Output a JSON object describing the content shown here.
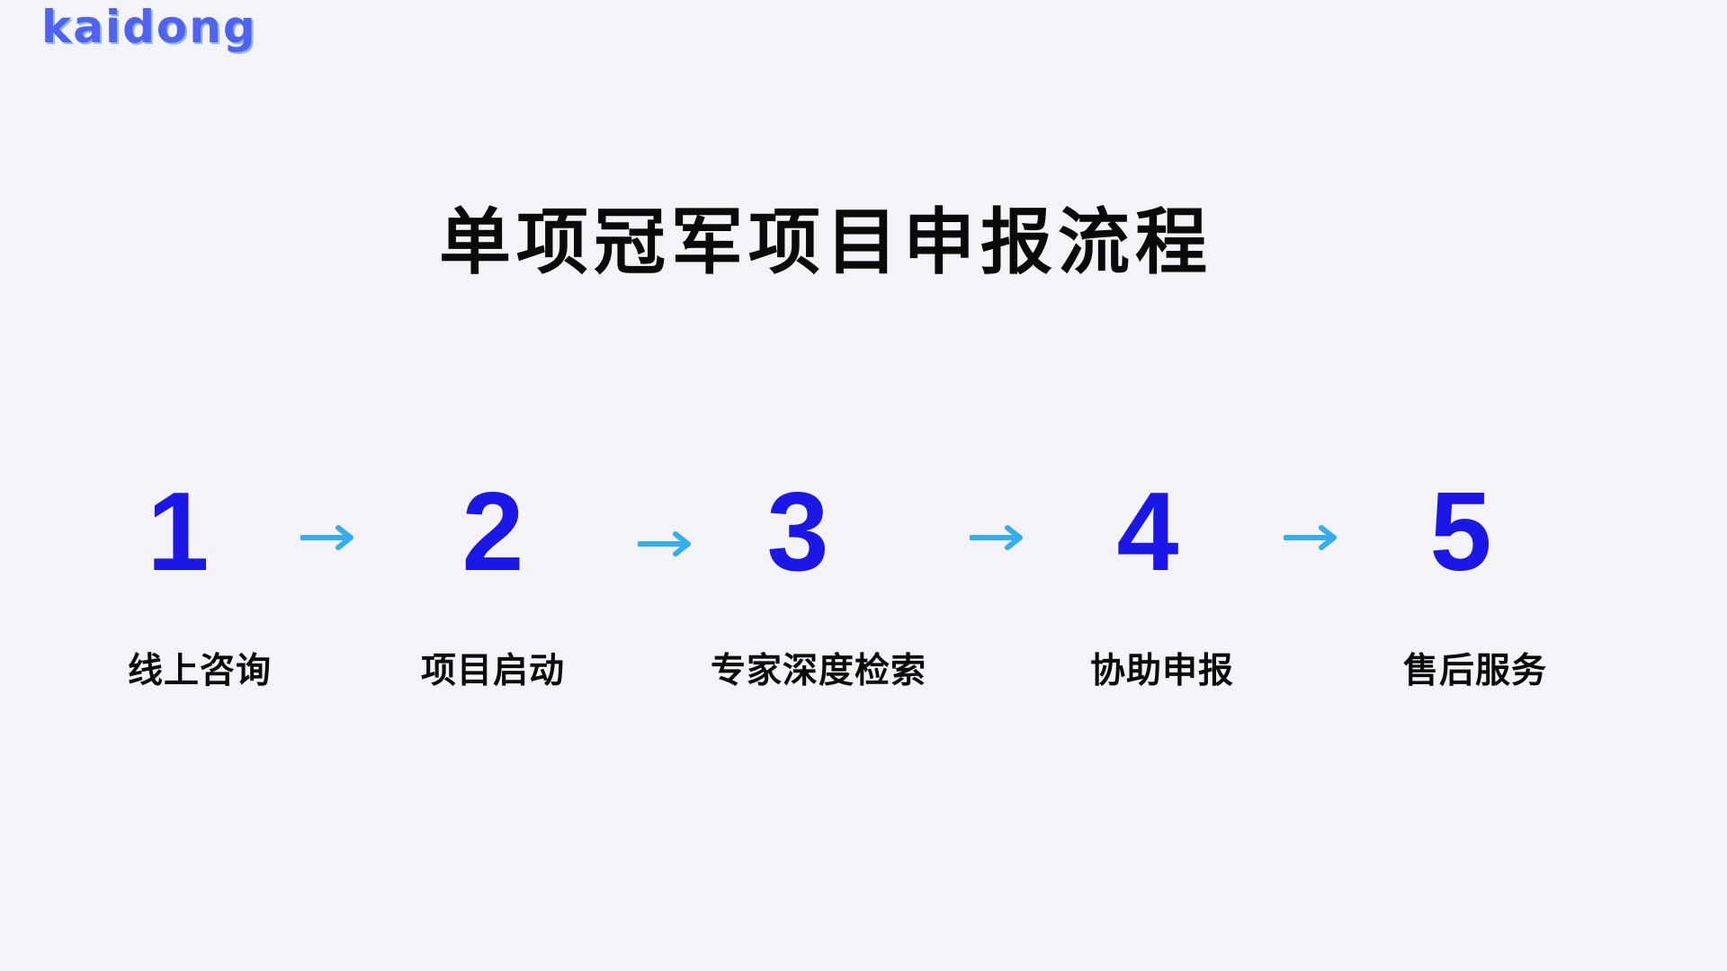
{
  "logo": {
    "text": "kaidong"
  },
  "title": "单项冠军项目申报流程",
  "colors": {
    "accent": "#1b17e6",
    "arrow": "#35aef0",
    "background": "#f3f3f8",
    "logo": "#4f63ef"
  },
  "steps": [
    {
      "number": "1",
      "label": "线上咨询"
    },
    {
      "number": "2",
      "label": "项目启动"
    },
    {
      "number": "3",
      "label": "专家深度检索"
    },
    {
      "number": "4",
      "label": "协助申报"
    },
    {
      "number": "5",
      "label": "售后服务"
    }
  ],
  "arrow_icon": "arrow-right-icon"
}
